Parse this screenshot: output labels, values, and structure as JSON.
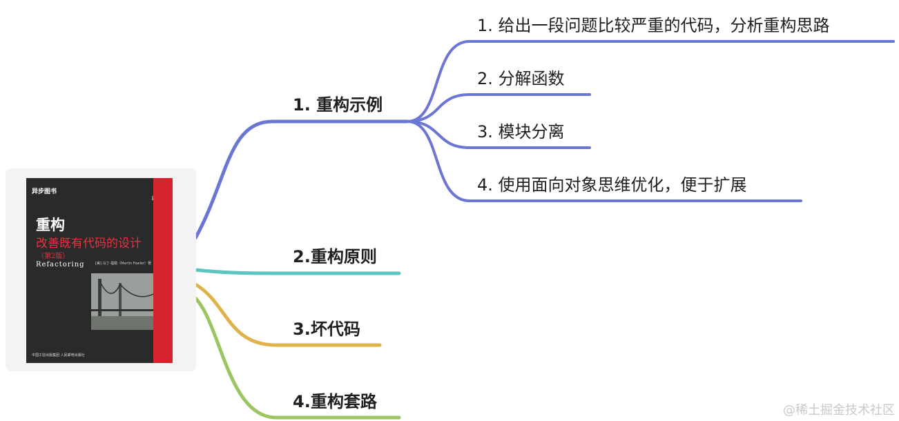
{
  "root": {
    "book": {
      "publisher_logo": "异步图书",
      "title": "重构",
      "subtitle": "改善既有代码的设计",
      "edition": "（第2版）",
      "english_title": "Refactoring",
      "author": "[美] 马丁·福勒（Martin Fowler）著",
      "bottom_logos": "中国工信出版集团   人民邮电出版社"
    }
  },
  "branches": [
    {
      "label": "1. 重构示例",
      "color": "#6b75d3",
      "children": [
        "1. 给出一段问题比较严重的代码，分析重构思路",
        "2. 分解函数",
        "3. 模块分离",
        "4. 使用面向对象思维优化，便于扩展"
      ]
    },
    {
      "label": "2.重构原则",
      "color": "#5ec4c0",
      "children": []
    },
    {
      "label": "3.坏代码",
      "color": "#e0b24c",
      "children": []
    },
    {
      "label": "4.重构套路",
      "color": "#9cc561",
      "children": []
    }
  ],
  "watermark": "@稀土掘金技术社区"
}
